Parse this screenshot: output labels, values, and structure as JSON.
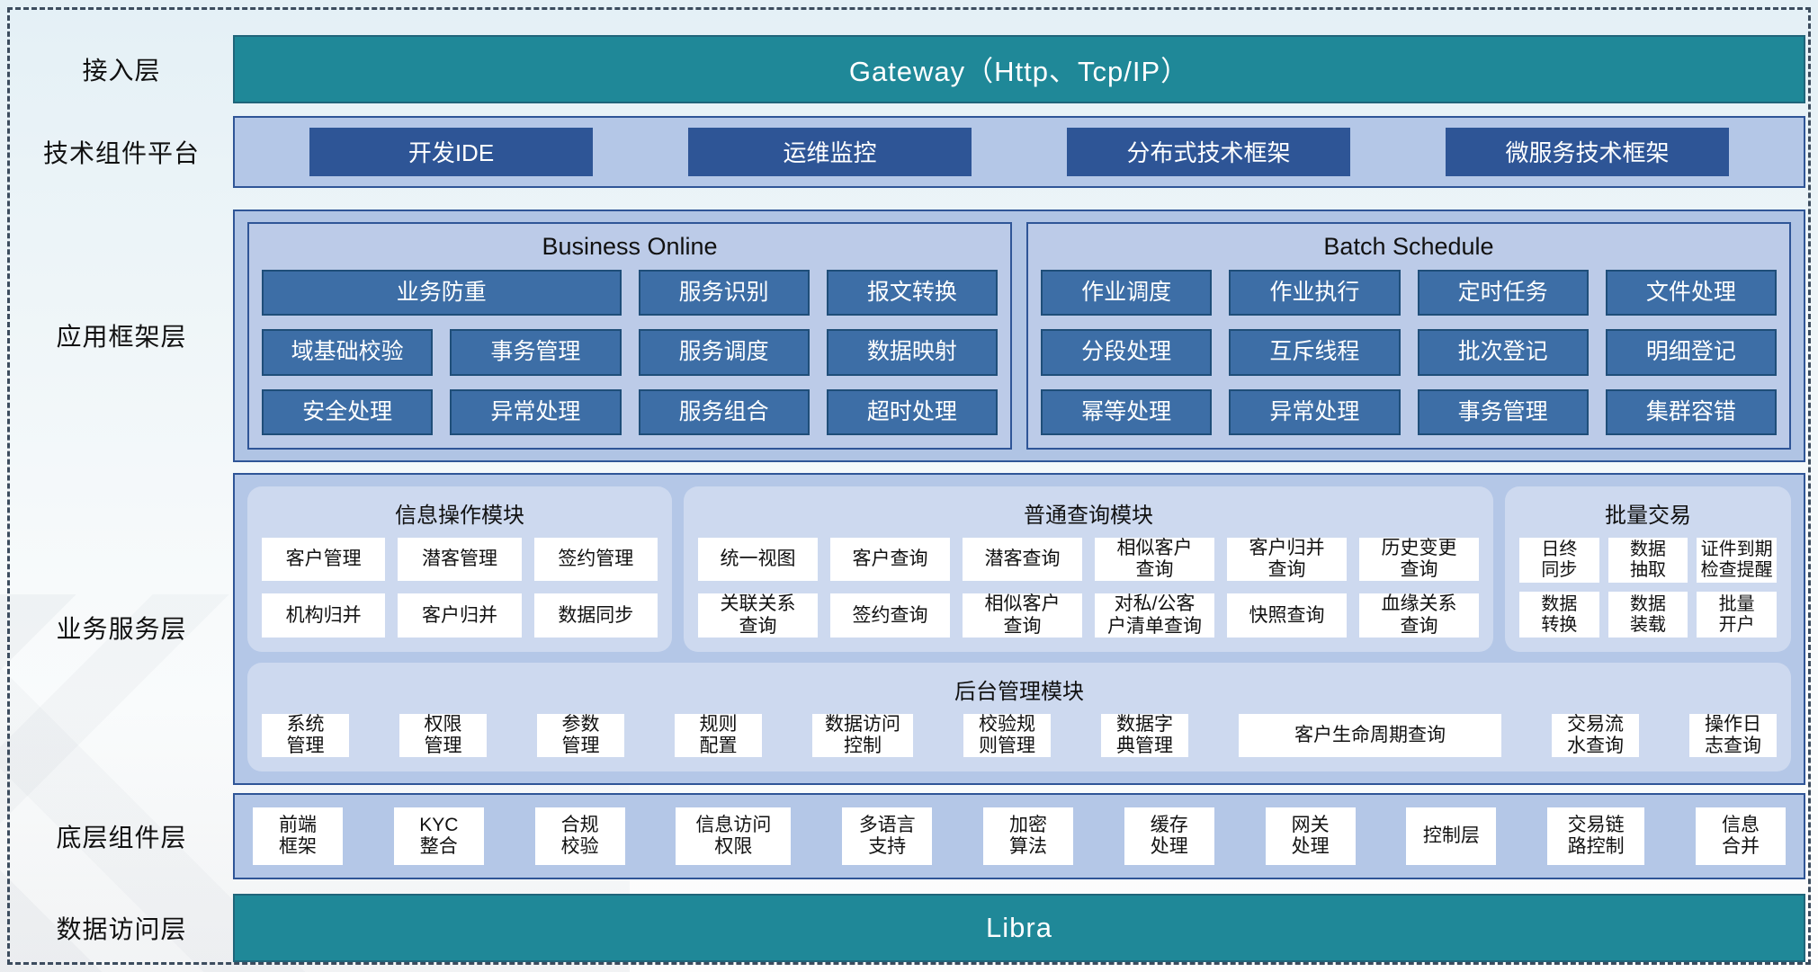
{
  "colors": {
    "teal": "#1f8898",
    "navy_border": "#2f5597",
    "navy_button": "#2e5596",
    "steel_button": "#3d6ea6",
    "light_blue_panel": "#b4c7e7",
    "rounded_panel": "#cdd9ef"
  },
  "access": {
    "label": "接入层",
    "bar": "Gateway（Http、Tcp/IP）"
  },
  "tech_platform": {
    "label": "技术组件平台",
    "buttons": [
      "开发IDE",
      "运维监控",
      "分布式技术框架",
      "微服务技术框架"
    ]
  },
  "app_framework": {
    "label": "应用框架层",
    "business_online": {
      "title": "Business Online",
      "rows": [
        [
          "业务防重",
          "服务识别",
          "报文转换"
        ],
        [
          "域基础校验",
          "事务管理",
          "服务调度",
          "数据映射"
        ],
        [
          "安全处理",
          "异常处理",
          "服务组合",
          "超时处理"
        ]
      ]
    },
    "batch_schedule": {
      "title": "Batch Schedule",
      "rows": [
        [
          "作业调度",
          "作业执行",
          "定时任务",
          "文件处理"
        ],
        [
          "分段处理",
          "互斥线程",
          "批次登记",
          "明细登记"
        ],
        [
          "幂等处理",
          "异常处理",
          "事务管理",
          "集群容错"
        ]
      ]
    }
  },
  "business_service": {
    "label": "业务服务层",
    "modules": [
      {
        "title": "信息操作模块",
        "rows": [
          [
            "客户管理",
            "潜客管理",
            "签约管理"
          ],
          [
            "机构归并",
            "客户归并",
            "数据同步"
          ]
        ]
      },
      {
        "title": "普通查询模块",
        "rows": [
          [
            "统一视图",
            "客户查询",
            "潜客查询",
            "相似客户\n查询",
            "客户归并\n查询",
            "历史变更\n查询"
          ],
          [
            "关联关系\n查询",
            "签约查询",
            "相似客户\n查询",
            "对私/公客\n户清单查询",
            "快照查询",
            "血缘关系\n查询"
          ]
        ]
      },
      {
        "title": "批量交易",
        "rows": [
          [
            "日终\n同步",
            "数据\n抽取",
            "证件到期\n检查提醒"
          ],
          [
            "数据\n转换",
            "数据\n装载",
            "批量\n开户"
          ]
        ]
      }
    ],
    "admin_module": {
      "title": "后台管理模块",
      "buttons": [
        "系统\n管理",
        "权限\n管理",
        "参数\n管理",
        "规则\n配置",
        "数据访问\n控制",
        "校验规\n则管理",
        "数据字\n典管理",
        "客户生命周期查询",
        "交易流\n水查询",
        "操作日\n志查询"
      ]
    }
  },
  "base_components": {
    "label": "底层组件层",
    "buttons": [
      "前端\n框架",
      "KYC\n整合",
      "合规\n校验",
      "信息访问\n权限",
      "多语言\n支持",
      "加密\n算法",
      "缓存\n处理",
      "网关\n处理",
      "控制层",
      "交易链\n路控制",
      "信息\n合并"
    ]
  },
  "data_access": {
    "label": "数据访问层",
    "bar": "Libra"
  }
}
